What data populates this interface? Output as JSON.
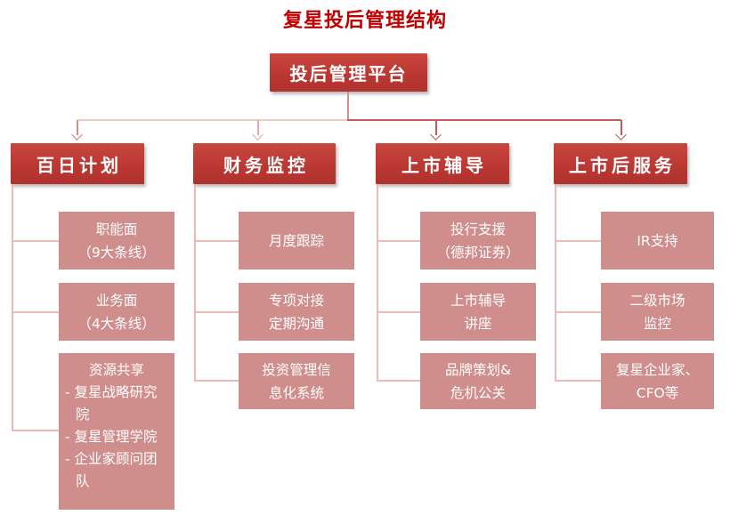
{
  "title": "复星投后管理结构",
  "root": {
    "label": "投后管理平台"
  },
  "branches": [
    {
      "label": "百日计划",
      "children": [
        {
          "text": "职能面\n（9大条线）"
        },
        {
          "text": "业务面\n（4大条线）"
        },
        {
          "title": "资源共享",
          "items": [
            "- 复星战略研究院",
            "- 复星管理学院",
            "- 企业家顾问团队"
          ]
        }
      ]
    },
    {
      "label": "财务监控",
      "children": [
        {
          "text": "月度跟踪"
        },
        {
          "text": "专项对接\n定期沟通"
        },
        {
          "text": "投资管理信\n息化系统"
        }
      ]
    },
    {
      "label": "上市辅导",
      "children": [
        {
          "text": "投行支援\n（德邦证券）"
        },
        {
          "text": "上市辅导\n讲座"
        },
        {
          "text": "品牌策划&\n危机公关"
        }
      ]
    },
    {
      "label": "上市后服务",
      "children": [
        {
          "text": "IR支持"
        },
        {
          "text": "二级市场\n监控"
        },
        {
          "text": "复星企业家、\nCFO等"
        }
      ]
    }
  ],
  "colors": {
    "title_red": "#C00000",
    "node_dark_red": "#BB3833",
    "node_light_rose": "#CF8E8C",
    "connector_light": "#EFC7C5",
    "connector_mid": "#D98F8C",
    "connector_dark": "#C75B55"
  }
}
